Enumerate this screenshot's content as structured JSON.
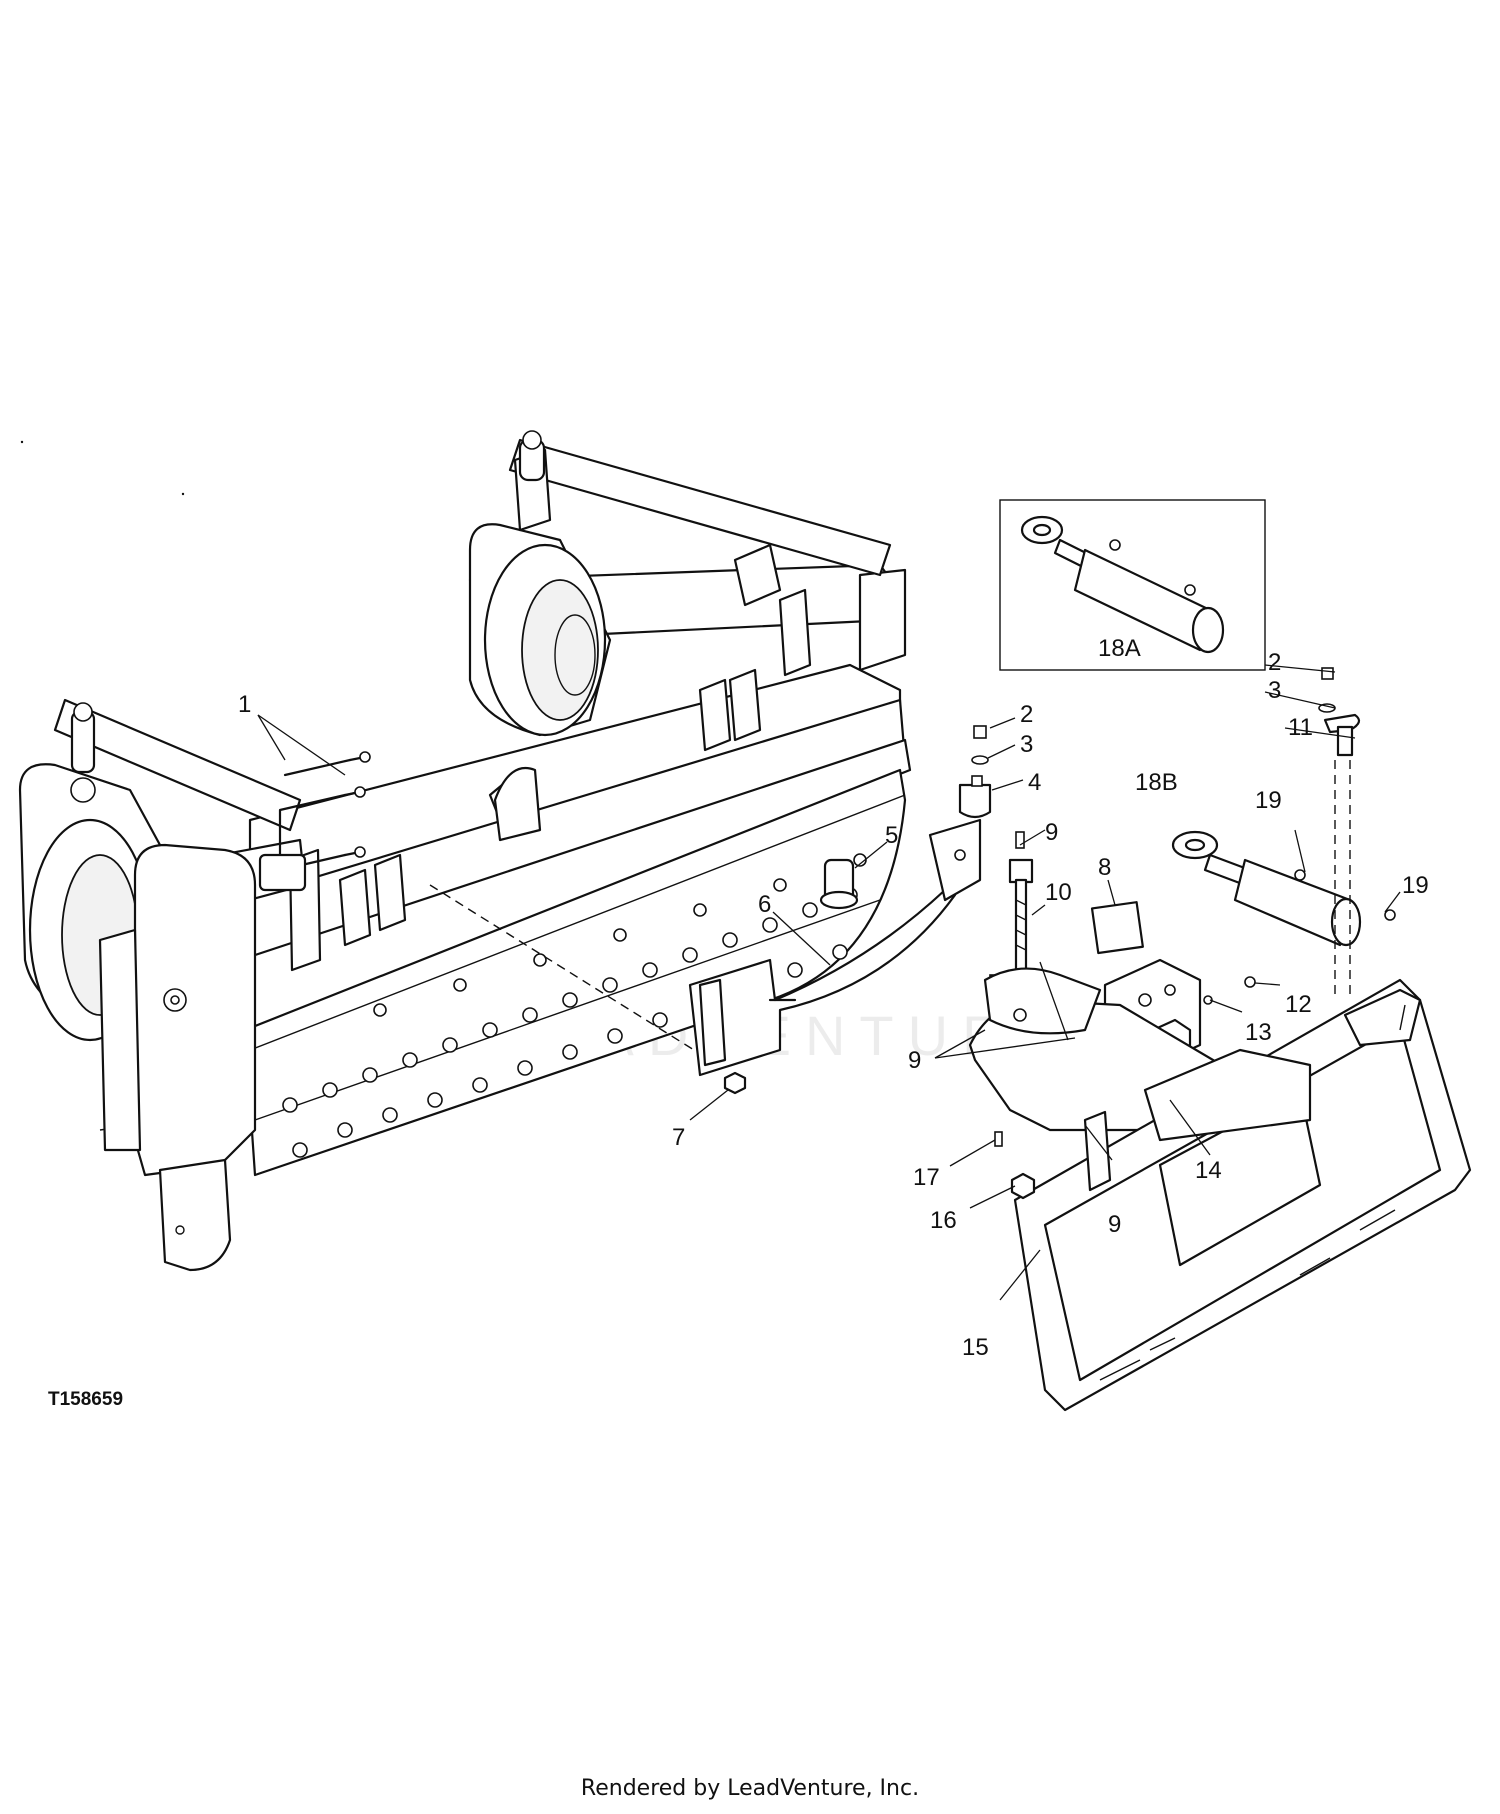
{
  "figure_id": "T158659",
  "footer": "Rendered by LeadVenture, Inc.",
  "watermark": "LEADVENTURE",
  "callouts": {
    "c1": "1",
    "c2a": "2",
    "c3a": "3",
    "c4": "4",
    "c5": "5",
    "c6": "6",
    "c7": "7",
    "c8": "8",
    "c9a": "9",
    "c9b": "9",
    "c9c": "9",
    "c10": "10",
    "c2b": "2",
    "c3b": "3",
    "c11": "11",
    "c12": "12",
    "c13": "13",
    "c14": "14",
    "c15": "15",
    "c16": "16",
    "c17": "17",
    "c18a": "18A",
    "c18b": "18B",
    "c19a": "19",
    "c19b": "19"
  }
}
